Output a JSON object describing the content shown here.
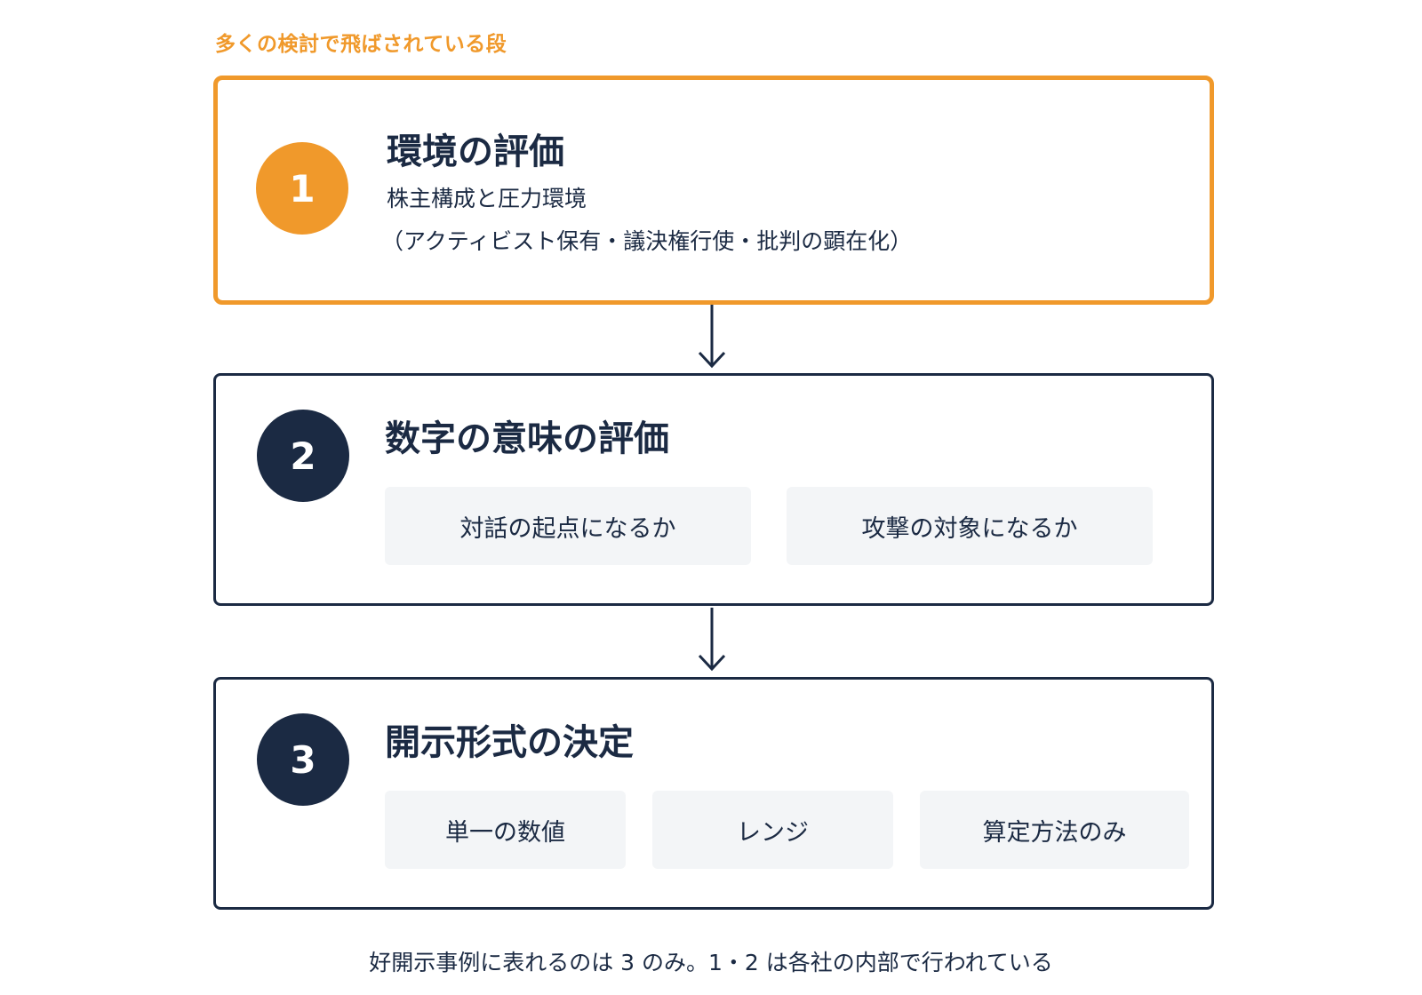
{
  "top_label": "多くの検討で飛ばされている段",
  "steps": [
    {
      "number": "1",
      "title": "環境の評価",
      "desc_line1": "株主構成と圧力環境",
      "desc_line2": "（アクティビスト保有・議決権行使・批判の顕在化）",
      "badge_color": "#f0992b",
      "highlighted": true
    },
    {
      "number": "2",
      "title": "数字の意味の評価",
      "options": [
        "対話の起点になるか",
        "攻撃の対象になるか"
      ],
      "badge_color": "#1b2a43"
    },
    {
      "number": "3",
      "title": "開示形式の決定",
      "options": [
        "単一の数値",
        "レンジ",
        "算定方法のみ"
      ],
      "badge_color": "#1b2a43"
    }
  ],
  "footer": "好開示事例に表れるのは 3 のみ。1・2 は各社の内部で行われている",
  "colors": {
    "accent": "#f0992b",
    "navy": "#1b2a43",
    "option_bg": "#f3f5f7"
  }
}
